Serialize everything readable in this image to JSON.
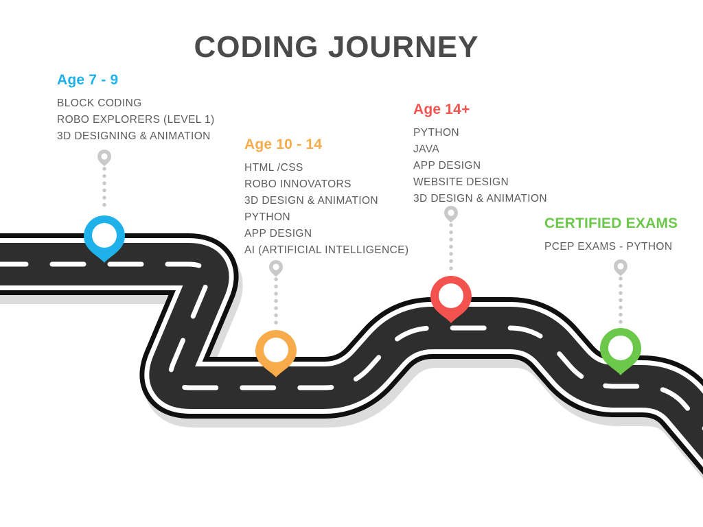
{
  "title": "CODING JOURNEY",
  "title_color": "#4a4a4a",
  "item_text_color": "#5d5d5d",
  "milestones": [
    {
      "heading": "Age 7 - 9",
      "color": "#1fb1e9",
      "items": [
        "BLOCK CODING",
        "ROBO EXPLORERS (LEVEL 1)",
        "3D DESIGNING & ANIMATION"
      ]
    },
    {
      "heading": "Age 10 - 14",
      "color": "#f8ab4a",
      "items": [
        "HTML /CSS",
        "ROBO INNOVATORS",
        "3D DESIGN & ANIMATION",
        "PYTHON",
        "APP DESIGN",
        "AI (ARTIFICIAL INTELLIGENCE)"
      ]
    },
    {
      "heading": "Age 14+",
      "color": "#f4524e",
      "items": [
        "PYTHON",
        "JAVA",
        "APP DESIGN",
        "WEBSITE DESIGN",
        "3D DESIGN & ANIMATION"
      ]
    },
    {
      "heading": "CERTIFIED EXAMS",
      "color": "#6bc84b",
      "items": [
        "PCEP EXAMS - PYTHON"
      ]
    }
  ],
  "road": {
    "asphalt": "#2e2e2e",
    "edge": "#101010",
    "stripe": "#ffffff",
    "shadow": "#dcdcdc"
  },
  "connector": {
    "marker_color": "#c9c9c9"
  }
}
